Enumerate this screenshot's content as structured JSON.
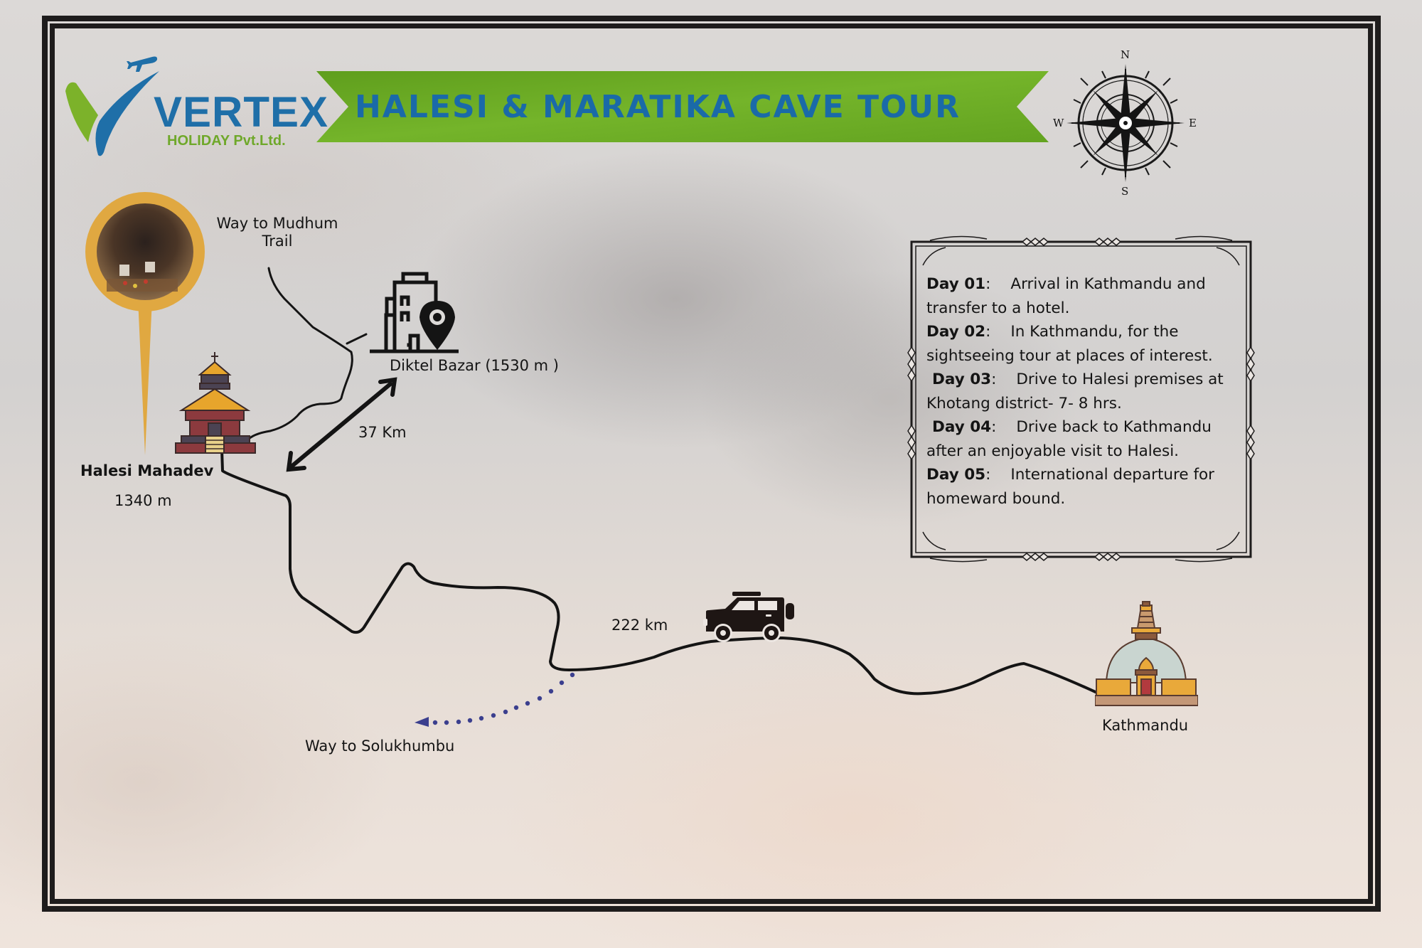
{
  "brand": {
    "name": "VERTEX",
    "subtitle": "HOLIDAY Pvt.Ltd.",
    "colors": {
      "blue": "#1f6fa8",
      "green": "#7cb22a"
    }
  },
  "banner": {
    "title": "HALESI & MARATIKA CAVE TOUR",
    "bg_color": "#6aaa22",
    "text_color": "#1a6aa8"
  },
  "compass": {
    "north": "N",
    "south": "S",
    "east": "E",
    "west": "W"
  },
  "map": {
    "mudhum_trail_label_line1": "Way to Mudhum",
    "mudhum_trail_label_line2": "Trail",
    "halesi": {
      "name": "Halesi Mahadev",
      "elevation": "1340 m"
    },
    "diktel": {
      "name": "Diktel Bazar",
      "elevation": "(1530 m )"
    },
    "distance_halesi_diktel": "37 Km",
    "distance_route": "222 km",
    "solukhumbu_label": "Way to Solukhumbu",
    "kathmandu": {
      "name": "Kathmandu"
    },
    "route_color": "#141414",
    "dotted_route_color": "#3b3f8e"
  },
  "itinerary": [
    {
      "day": "Day 01",
      "sep": ":",
      "line1": "Arrival in Kathmandu and",
      "line2": "transfer to a hotel."
    },
    {
      "day": "Day 02",
      "sep": ":",
      "line1": "In Kathmandu, for the",
      "line2": "sightseeing tour at places of interest."
    },
    {
      "day": "Day 03",
      "sep": ":",
      "line1": "Drive to Halesi premises at",
      "line2": "Khotang district- 7- 8 hrs."
    },
    {
      "day": "Day 04",
      "sep": ":",
      "line1": "Drive back to Kathmandu",
      "line2": "after an enjoyable visit to Halesi."
    },
    {
      "day": "Day 05",
      "sep": ":",
      "line1": "International departure for",
      "line2": "homeward bound."
    }
  ]
}
